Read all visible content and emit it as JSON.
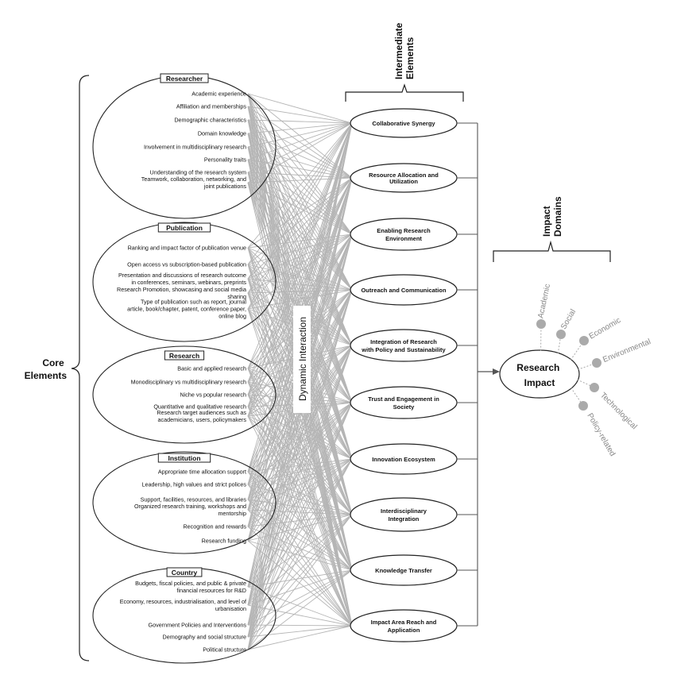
{
  "core_label": [
    "Core",
    "Elements"
  ],
  "intermediate_label": [
    "Intermediate",
    "Elements"
  ],
  "impact_domains_label": [
    "Impact",
    "Domains"
  ],
  "dynamic_interaction": "Dynamic Interaction",
  "groups": [
    {
      "title": "Researcher",
      "items": [
        [
          "Academic experience"
        ],
        [
          "Affiliation and memberships"
        ],
        [
          "Demographic characteristics"
        ],
        [
          "Domain knowledge"
        ],
        [
          "Involvement in multidisciplinary research"
        ],
        [
          "Personality traits"
        ],
        [
          "Understanding of the research system"
        ],
        [
          "Teamwork, collaboration, networking, and",
          "joint publications"
        ]
      ]
    },
    {
      "title": "Publication",
      "items": [
        [
          "Ranking and impact factor of publication venue"
        ],
        [
          "Open access vs subscription-based publication"
        ],
        [
          "Presentation and discussions of research outcome",
          "in conferences, seminars, webinars, preprints"
        ],
        [
          "Research Promotion, showcasing and social media",
          "sharing"
        ],
        [
          "Type of publication such as report, journal",
          "article, book/chapter, patent, conference paper,",
          "online blog"
        ]
      ]
    },
    {
      "title": "Research",
      "items": [
        [
          "Basic and applied research"
        ],
        [
          "Monodisciplinary vs multidisciplinary research"
        ],
        [
          "Niche vs popular research"
        ],
        [
          "Quantitative and qualitative research"
        ],
        [
          "Research target audiences such as",
          "academicians, users, policymakers"
        ]
      ]
    },
    {
      "title": "Institution",
      "items": [
        [
          "Appropriate time allocation support"
        ],
        [
          "Leadership, high values and strict polices"
        ],
        [
          "Support, facilities, resources, and libraries"
        ],
        [
          "Organized research training, workshops and",
          "mentorship"
        ],
        [
          "Recognition and rewards"
        ],
        [
          "Research funding"
        ]
      ]
    },
    {
      "title": "Country",
      "items": [
        [
          "Budgets, fiscal policies, and public & private",
          "financial resources for R&D"
        ],
        [
          "Economy, resources, industrialisation, and level of",
          "urbanisation"
        ],
        [
          "Government Policies and Interventions"
        ],
        [
          "Demography and social structure"
        ],
        [
          "Political structure"
        ]
      ]
    }
  ],
  "intermediate": [
    [
      "Collaborative Synergy"
    ],
    [
      "Resource Allocation and",
      "Utilization"
    ],
    [
      "Enabling Research",
      "Environment"
    ],
    [
      "Outreach and Communication"
    ],
    [
      "Integration of Research",
      "with Policy and Sustainability"
    ],
    [
      "Trust and Engagement in",
      "Society"
    ],
    [
      "Innovation Ecosystem"
    ],
    [
      "Interdisciplinary",
      "Integration"
    ],
    [
      "Knowledge Transfer"
    ],
    [
      "Impact Area Reach and",
      "Application"
    ]
  ],
  "research_impact": [
    "Research",
    "Impact"
  ],
  "domains": [
    "Academic",
    "Social",
    "Economic",
    "Environmental",
    "Technological",
    "Policy-related"
  ],
  "colors": {
    "lines": "#b5b5b5",
    "domains": "#aaaaaa",
    "ink": "#111111"
  }
}
